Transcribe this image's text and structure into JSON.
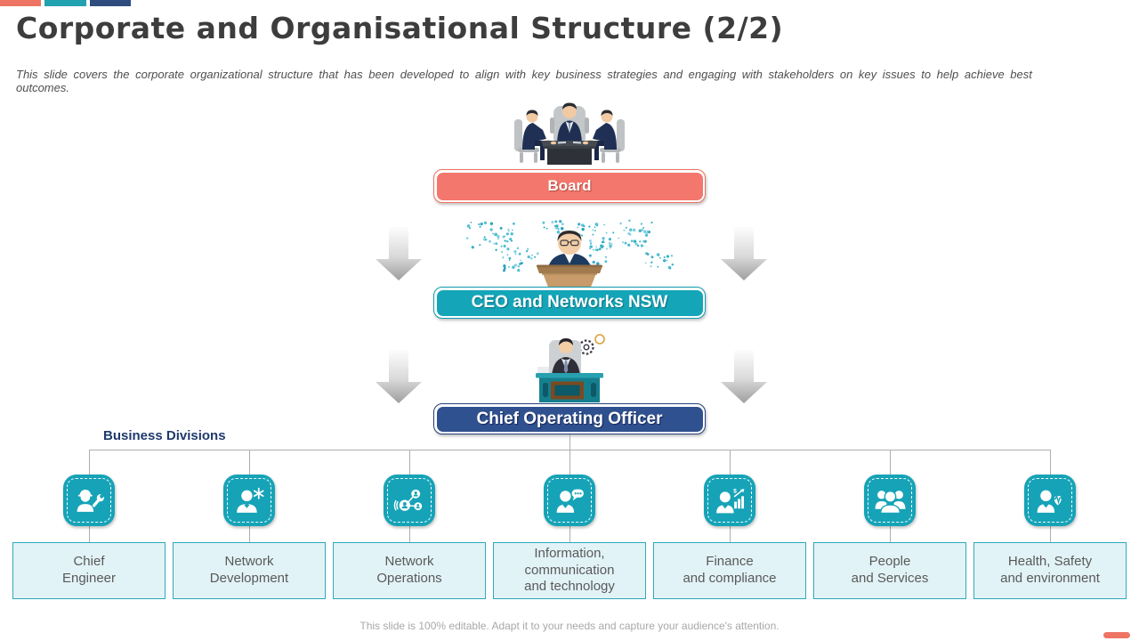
{
  "slide": {
    "title": "Corporate and Organisational Structure (2/2)",
    "subtitle": "This slide covers the corporate organizational structure that has been developed to align with key business strategies and engaging with stakeholders on key issues to help achieve best outcomes.",
    "footer": "This slide is 100% editable. Adapt it to your needs and capture your audience's attention."
  },
  "accent_colors": {
    "coral": "#F3776C",
    "teal": "#14A5B8",
    "navy": "#30518F",
    "tile_teal": "#16A3B7",
    "box_fill": "#E2F3F7",
    "box_border": "#2FA9BA"
  },
  "org_chart": {
    "levels": [
      {
        "label": "Board",
        "color": "#F3776C",
        "illustration": "board-meeting-illustration"
      },
      {
        "label": "CEO and Networks NSW",
        "color": "#14A5B8",
        "illustration": "ceo-podium-world-map-illustration"
      },
      {
        "label": "Chief Operating Officer",
        "color": "#30518F",
        "illustration": "coo-desk-gears-illustration"
      }
    ],
    "divisions_heading": "Business Divisions",
    "divisions": [
      {
        "label": "Chief\nEngineer",
        "icon": "engineer-icon"
      },
      {
        "label": "Network\nDevelopment",
        "icon": "network-development-icon"
      },
      {
        "label": "Network\nOperations",
        "icon": "network-operations-icon"
      },
      {
        "label": "Information,\ncommunication\nand technology",
        "icon": "ict-icon"
      },
      {
        "label": "Finance\nand compliance",
        "icon": "finance-icon"
      },
      {
        "label": "People\nand Services",
        "icon": "people-icon"
      },
      {
        "label": "Health,  Safety\nand environment",
        "icon": "health-safety-icon"
      }
    ]
  }
}
